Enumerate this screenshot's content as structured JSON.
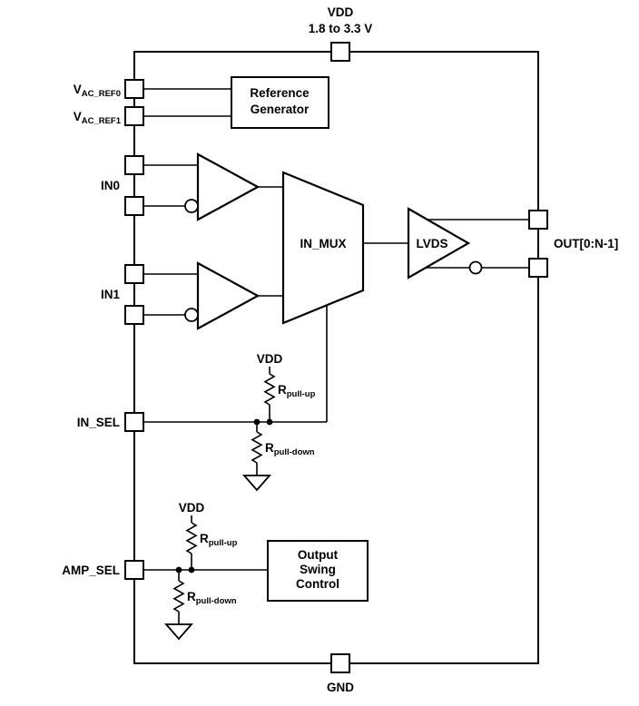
{
  "diagram": {
    "power": {
      "vdd": "VDD",
      "vdd_range": "1.8 to 3.3 V",
      "gnd": "GND"
    },
    "pins": {
      "vac_ref0_main": "V",
      "vac_ref0_sub": "AC_REF0",
      "vac_ref1_main": "V",
      "vac_ref1_sub": "AC_REF1",
      "in0": "IN0",
      "in1": "IN1",
      "in_sel": "IN_SEL",
      "amp_sel": "AMP_SEL",
      "out": "OUT[0:N-1]"
    },
    "blocks": {
      "ref_gen_line1": "Reference",
      "ref_gen_line2": "Generator",
      "mux": "IN_MUX",
      "lvds": "LVDS",
      "swing_line1": "Output",
      "swing_line2": "Swing",
      "swing_line3": "Control"
    },
    "resistors": {
      "r_main": "R",
      "pull_up_sub": "pull-up",
      "pull_down_sub": "pull-down"
    },
    "colors": {
      "line": "#000000",
      "background": "#ffffff"
    }
  }
}
